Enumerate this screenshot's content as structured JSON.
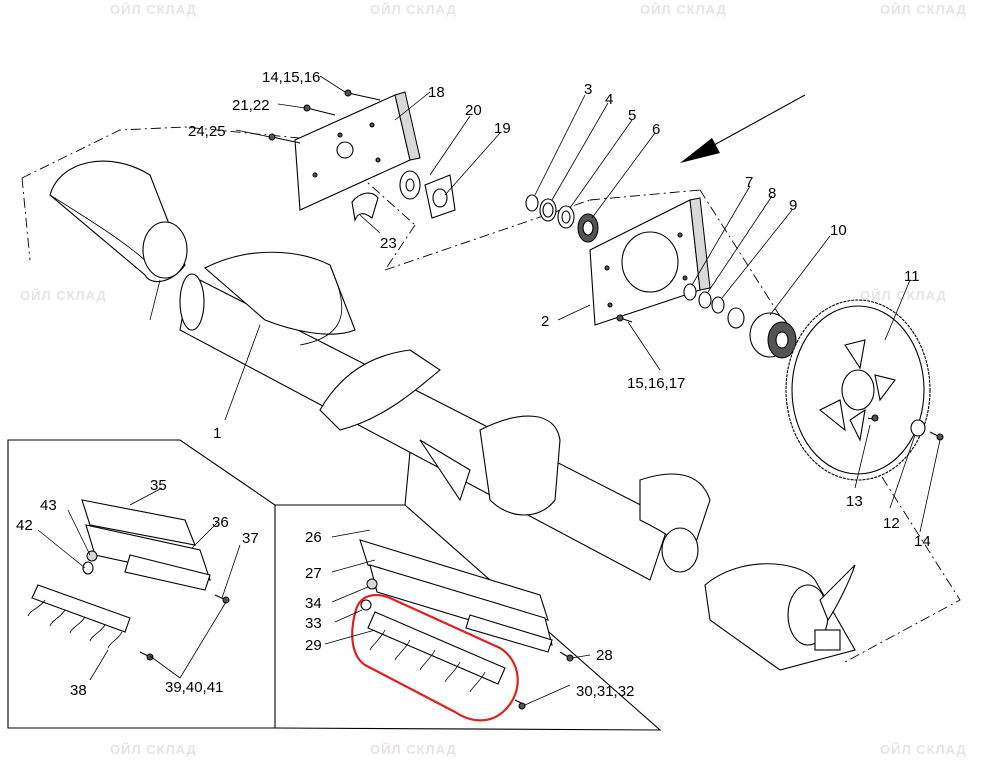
{
  "watermark": "ОЙЛ СКЛАД",
  "callouts": {
    "c1": "1",
    "c2": "2",
    "c3": "3",
    "c4": "4",
    "c5": "5",
    "c6": "6",
    "c7": "7",
    "c8": "8",
    "c9": "9",
    "c10": "10",
    "c11": "11",
    "c12": "12",
    "c13": "13",
    "c14": "14",
    "c14_15_16": "14,15,16",
    "c15_16_17": "15,16,17",
    "c18": "18",
    "c19": "19",
    "c20": "20",
    "c21_22": "21,22",
    "c23": "23",
    "c24_25": "24,25",
    "c26": "26",
    "c27": "27",
    "c28": "28",
    "c29": "29",
    "c30_31_32": "30,31,32",
    "c33": "33",
    "c34": "34",
    "c35": "35",
    "c36": "36",
    "c37": "37",
    "c38": "38",
    "c39_40_41": "39,40,41",
    "c42": "42",
    "c43": "43"
  },
  "highlight_color": "#e02020"
}
